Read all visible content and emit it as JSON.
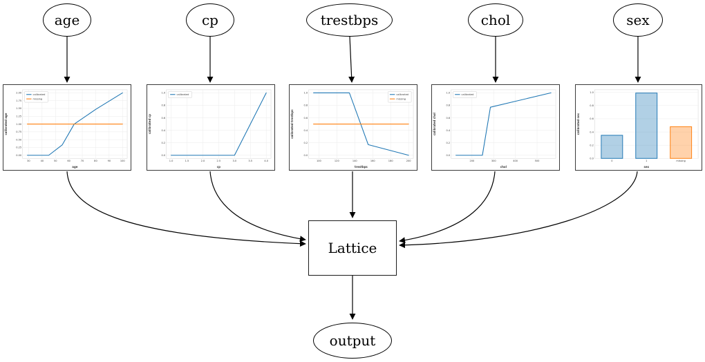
{
  "diagram": {
    "inputs": [
      "age",
      "cp",
      "trestbps",
      "chol",
      "sex"
    ],
    "lattice_label": "Lattice",
    "output_label": "output"
  },
  "colors": {
    "calibrated": "#1f77b4",
    "missing": "#ff7f0e",
    "grid": "#ebebeb",
    "plot_border": "#d9d9d9",
    "text": "#3b3b3b"
  },
  "chart_data": [
    {
      "type": "line",
      "xlabel": "age",
      "ylabel": "calibrated age",
      "xlim": [
        25.5,
        103.5
      ],
      "ylim": [
        -0.1,
        2.1
      ],
      "xticks": {
        "values": [
          30,
          40,
          50,
          60,
          70,
          80,
          90,
          100
        ],
        "labels": [
          "30",
          "40",
          "50",
          "60",
          "70",
          "80",
          "90",
          "100"
        ]
      },
      "yticks": {
        "values": [
          0.0,
          0.25,
          0.5,
          0.75,
          1.0,
          1.25,
          1.5,
          1.75,
          2.0
        ],
        "labels": [
          "0.00",
          "0.25",
          "0.50",
          "0.75",
          "1.00",
          "1.25",
          "1.50",
          "1.75",
          "2.00"
        ]
      },
      "legend": {
        "position": "upper-left",
        "entries": [
          {
            "label": "calibrated",
            "color": "#1f77b4"
          },
          {
            "label": "missing",
            "color": "#ff7f0e"
          }
        ]
      },
      "series": [
        {
          "name": "calibrated",
          "color": "#1f77b4",
          "points": [
            [
              29,
              0.0
            ],
            [
              45,
              0.0
            ],
            [
              55,
              0.33
            ],
            [
              64,
              1.0
            ],
            [
              80,
              1.47
            ],
            [
              100,
              2.0
            ]
          ]
        },
        {
          "name": "missing",
          "color": "#ff7f0e",
          "points": [
            [
              29,
              1.0
            ],
            [
              100,
              1.0
            ]
          ]
        }
      ]
    },
    {
      "type": "line",
      "xlabel": "cp",
      "ylabel": "calibrated cp",
      "xlim": [
        0.85,
        4.15
      ],
      "ylim": [
        -0.05,
        1.05
      ],
      "xticks": {
        "values": [
          1.0,
          1.5,
          2.0,
          2.5,
          3.0,
          3.5,
          4.0
        ],
        "labels": [
          "1.0",
          "1.5",
          "2.0",
          "2.5",
          "3.0",
          "3.5",
          "4.0"
        ]
      },
      "yticks": {
        "values": [
          0.0,
          0.2,
          0.4,
          0.6,
          0.8,
          1.0
        ],
        "labels": [
          "0.0",
          "0.2",
          "0.4",
          "0.6",
          "0.8",
          "1.0"
        ]
      },
      "legend": {
        "position": "upper-left",
        "entries": [
          {
            "label": "calibrated",
            "color": "#1f77b4"
          }
        ]
      },
      "series": [
        {
          "name": "calibrated",
          "color": "#1f77b4",
          "points": [
            [
              1.0,
              0.0
            ],
            [
              3.0,
              0.0
            ],
            [
              4.0,
              1.0
            ]
          ]
        }
      ]
    },
    {
      "type": "line",
      "xlabel": "trestbps",
      "ylabel": "calibrated trestbps",
      "xlim": [
        88.7,
        205.3
      ],
      "ylim": [
        -0.05,
        1.05
      ],
      "xticks": {
        "values": [
          100,
          120,
          140,
          160,
          180,
          200
        ],
        "labels": [
          "100",
          "120",
          "140",
          "160",
          "180",
          "200"
        ]
      },
      "yticks": {
        "values": [
          0.0,
          0.2,
          0.4,
          0.6,
          0.8,
          1.0
        ],
        "labels": [
          "0.0",
          "0.2",
          "0.4",
          "0.6",
          "0.8",
          "1.0"
        ]
      },
      "legend": {
        "position": "upper-right",
        "entries": [
          {
            "label": "calibrated",
            "color": "#1f77b4"
          },
          {
            "label": "missing",
            "color": "#ff7f0e"
          }
        ]
      },
      "series": [
        {
          "name": "calibrated",
          "color": "#1f77b4",
          "points": [
            [
              94,
              1.0
            ],
            [
              134,
              1.0
            ],
            [
              155,
              0.17
            ],
            [
              200,
              0.0
            ]
          ]
        },
        {
          "name": "missing",
          "color": "#ff7f0e",
          "points": [
            [
              94,
              0.5
            ],
            [
              200,
              0.5
            ]
          ]
        }
      ]
    },
    {
      "type": "line",
      "xlabel": "chol",
      "ylabel": "calibrated chol",
      "xlim": [
        104,
        586
      ],
      "ylim": [
        -0.05,
        1.05
      ],
      "xticks": {
        "values": [
          200,
          300,
          400,
          500
        ],
        "labels": [
          "200",
          "300",
          "400",
          "500"
        ]
      },
      "yticks": {
        "values": [
          0.0,
          0.2,
          0.4,
          0.6,
          0.8,
          1.0
        ],
        "labels": [
          "0.0",
          "0.2",
          "0.4",
          "0.6",
          "0.8",
          "1.0"
        ]
      },
      "legend": {
        "position": "upper-left",
        "entries": [
          {
            "label": "calibrated",
            "color": "#1f77b4"
          }
        ]
      },
      "series": [
        {
          "name": "calibrated",
          "color": "#1f77b4",
          "points": [
            [
              126,
              0.0
            ],
            [
              248,
              0.0
            ],
            [
              285,
              0.77
            ],
            [
              564,
              1.0
            ]
          ]
        }
      ]
    },
    {
      "type": "bar",
      "xlabel": "sex",
      "ylabel": "calibrated sex",
      "ylim": [
        0,
        1.04
      ],
      "yticks": {
        "values": [
          0.0,
          0.2,
          0.4,
          0.6,
          0.8,
          1.0
        ],
        "labels": [
          "0.0",
          "0.2",
          "0.4",
          "0.6",
          "0.8",
          "1.0"
        ]
      },
      "categories": [
        "0",
        "1",
        "missing"
      ],
      "values": [
        0.35,
        0.99,
        0.48
      ],
      "bar_colors": [
        "#1f77b4",
        "#1f77b4",
        "#ff7f0e"
      ]
    }
  ]
}
